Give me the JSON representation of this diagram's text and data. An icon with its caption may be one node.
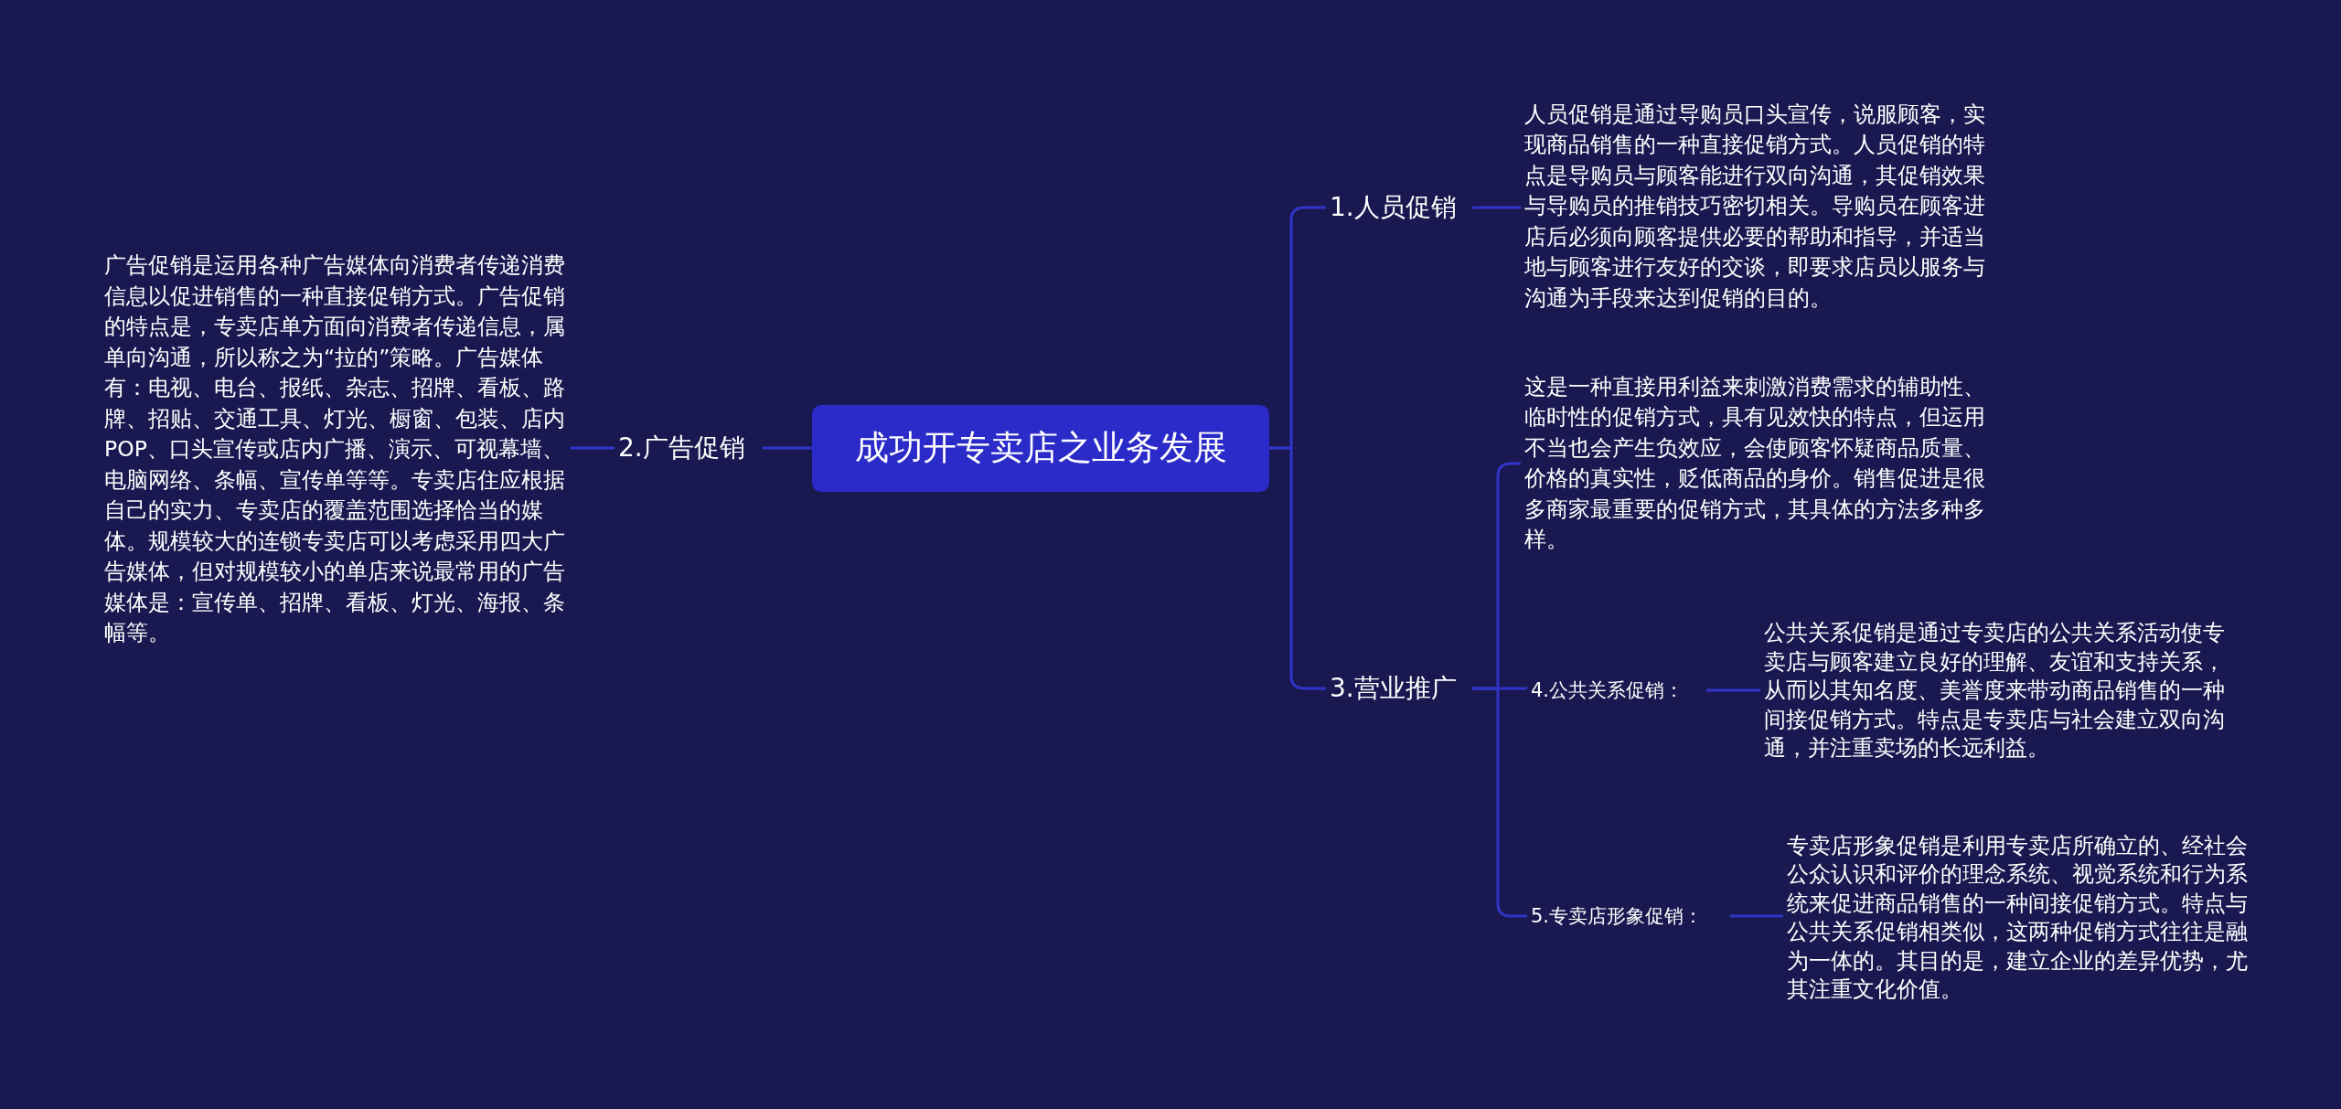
{
  "diagram": {
    "nodes": [
      {
        "text": [
          "成功开专卖店之业务发展"
        ]
      },
      {
        "text": [
          "1.人员促销"
        ]
      },
      {
        "text": [
          "人员促销是通过导购员口头宣传，说服顾客，实现商品销售的一种直接促销方式。人员促销的特点是导购员与顾客能进行双向沟通，其促销效果与导购员的推销技巧密切相关。导购员在顾客进店后必须向顾客提供必要的帮助和指导，并适当地与顾客进行友好的交谈，即要求店员以服务与沟通为手段来达到促销的目的。"
        ]
      },
      {
        "text": [
          "2.广告促销"
        ]
      },
      {
        "text": [
          "广告促销是运用各种广告媒体向消费者传递消费信息以促进销售的一种直接促销方式。广告促销的特点是，专卖店单方面向消费者传递信息，属单向沟通，所以称之为“拉的”策略。广告媒体有：电视、电台、报纸、杂志、招牌、看板、路牌、招贴、交通工具、灯光、橱窗、包装、店内POP、口头宣传或店内广播、演示、可视幕墙、电脑网络、条幅、宣传单等等。专卖店住应根据自己的实力、专卖店的覆盖范围选择恰当的媒体。规模较大的连锁专卖店可以考虑采用四大广告媒体，但对规模较小的单店来说最常用的广告媒体是：宣传单、招牌、看板、灯光、海报、条幅等。"
        ]
      },
      {
        "text": [
          "3.营业推广"
        ]
      },
      {
        "text": [
          "这是一种直接用利益来刺激消费需求的辅助性、临时性的促销方式，具有见效快的特点，但运用不当也会产生负效应，会使顾客怀疑商品质量、价格的真实性，贬低商品的身价。销售促进是很多商家最重要的促销方式，其具体的方法多种多样。"
        ]
      },
      {
        "text": [
          "4.公共关系促销："
        ]
      },
      {
        "text": [
          "公共关系促销是通过专卖店的公共关系活动使专卖店与顾客建立良好的理解、友谊和支持关系，从而以其知名度、美誉度来带动商品销售的一种间接促销方式。特点是专卖店与社会建立双向沟通，并注重卖场的长远利益。"
        ]
      },
      {
        "text": [
          "5.专卖店形象促销："
        ]
      },
      {
        "text": [
          "专卖店形象促销是利用专卖店所确立的、经社会公众认识和评价的理念系统、视觉系统和行为系统来促进商品销售的一种间接促销方式。特点与公共关系促销相类似，这两种促销方式往往是融为一体的。其目的是，建立企业的差异优势，尤其注重文化价值。"
        ]
      }
    ],
    "edges": [
      {
        "from": 0,
        "to": 1,
        "arrow": "none"
      },
      {
        "from": 1,
        "to": 2,
        "arrow": "none"
      },
      {
        "from": 0,
        "to": 3,
        "arrow": "none"
      },
      {
        "from": 3,
        "to": 4,
        "arrow": "none"
      },
      {
        "from": 0,
        "to": 5,
        "arrow": "none"
      },
      {
        "from": 5,
        "to": 6,
        "arrow": "none"
      },
      {
        "from": 5,
        "to": 7,
        "arrow": "none"
      },
      {
        "from": 7,
        "to": 8,
        "arrow": "none"
      },
      {
        "from": 5,
        "to": 9,
        "arrow": "none"
      },
      {
        "from": 9,
        "to": 10,
        "arrow": "none"
      }
    ]
  }
}
